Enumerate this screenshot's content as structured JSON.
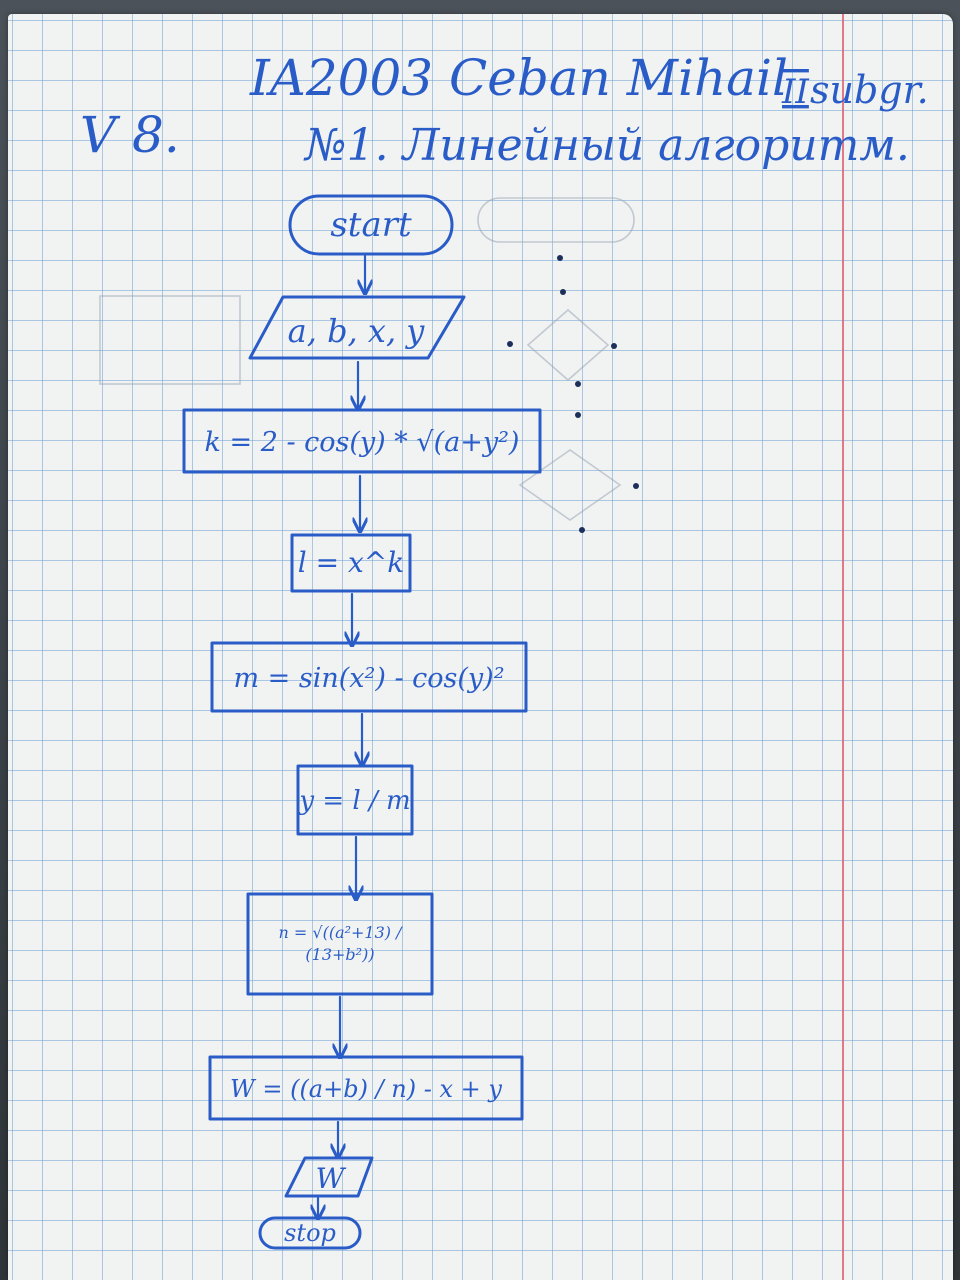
{
  "header": {
    "variant": "V 8.",
    "student": "IA2003 Ceban Mihail",
    "subgroup_num": "II",
    "subgroup_word": "subgr.",
    "task": "№1. Линейный алгоритм."
  },
  "flowchart": {
    "start": "start",
    "input": "a, b, x, y",
    "step_k": "k = 2 - cos(y) * √(a+y²)",
    "step_l": "l = x^k",
    "step_m": "m = sin(x²) - cos(y)²",
    "step_y": "y = l / m",
    "step_n": "n = √((a²+13) / (13+b²))",
    "step_w": "W = ((a+b) / n) - x + y",
    "output": "W",
    "stop": "stop"
  },
  "colors": {
    "ink": "#2a5cc8",
    "paper": "#f1f3f2",
    "grid": "#6ea0d7",
    "margin": "#e05a6a"
  }
}
